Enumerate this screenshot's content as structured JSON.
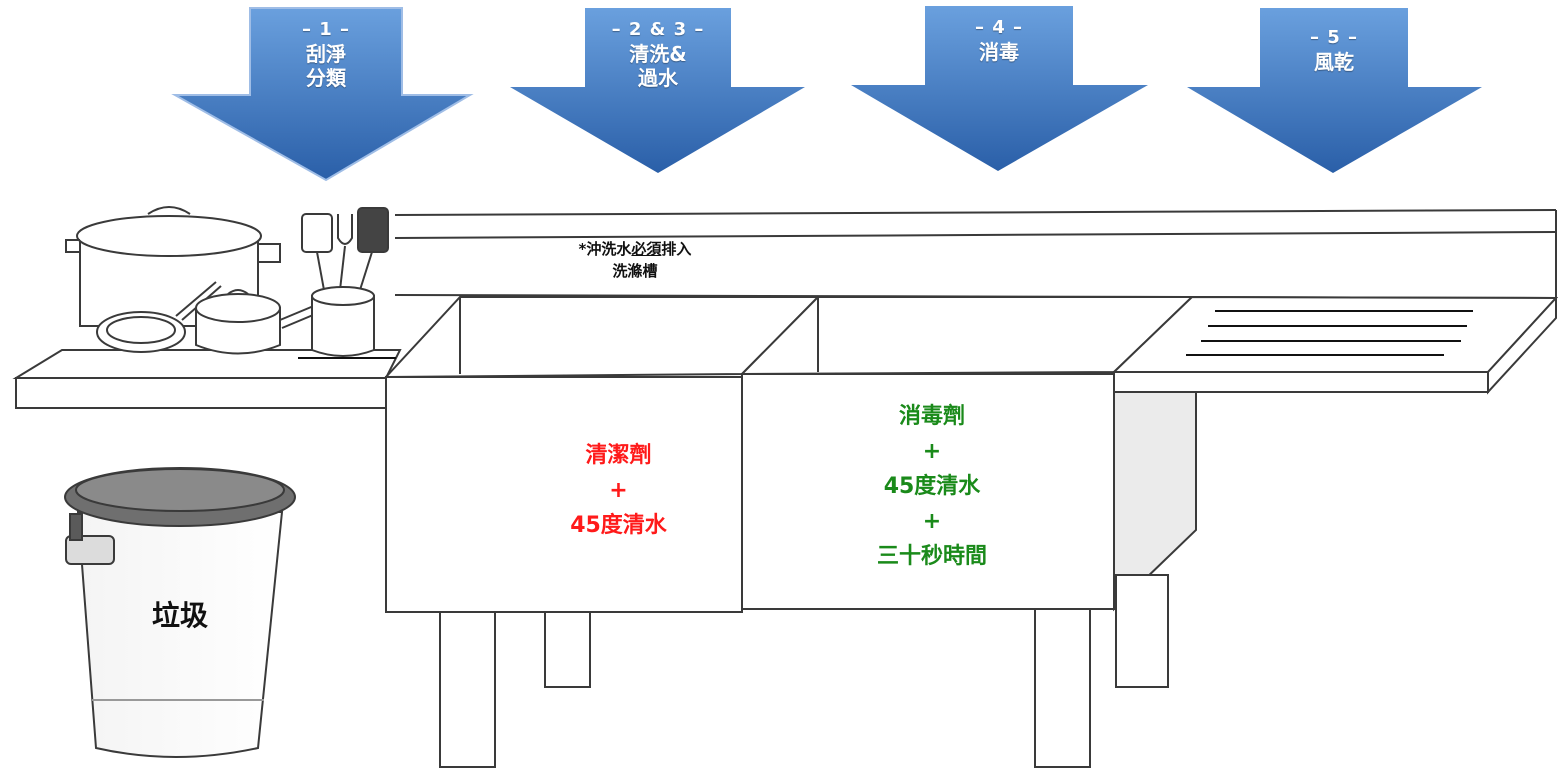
{
  "colors": {
    "arrow_light": "#6aa0de",
    "arrow_dark": "#2a5fa8",
    "detergent": "#ff1a1a",
    "disinfectant": "#1a8a1a",
    "outline": "#3a3a3a"
  },
  "steps": [
    {
      "number": "– 1 –",
      "lines": [
        "刮淨",
        "分類"
      ]
    },
    {
      "number": "– 2 & 3 –",
      "lines": [
        "清洗&",
        "過水"
      ]
    },
    {
      "number": "– 4 –",
      "lines": [
        "消毒"
      ]
    },
    {
      "number": "– 5 –",
      "lines": [
        "風乾"
      ]
    }
  ],
  "note": {
    "line1_prefix": "*沖洗水",
    "line1_underlined": "必須",
    "line1_suffix": "排入",
    "line2": "洗滌槽"
  },
  "sink_left": [
    "清潔劑",
    "+",
    "45度清水"
  ],
  "sink_right": [
    "消毒劑",
    "+",
    "45度清水",
    "+",
    "三十秒時間"
  ],
  "trash_bin": "垃圾",
  "icons": {
    "cookware": "cookware-icon",
    "utensil_holder": "utensil-holder-icon",
    "trash_bin": "trash-bin-icon",
    "drying_rack": "drying-rack-icon"
  }
}
